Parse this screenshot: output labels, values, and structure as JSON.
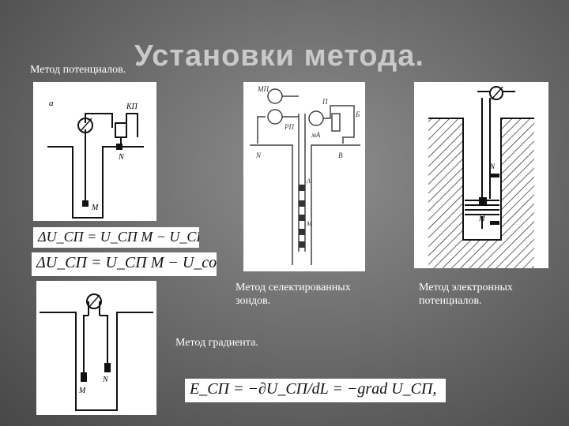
{
  "slide": {
    "title": "Установки метода.",
    "captions": {
      "potentials": "Метод потенциалов.",
      "selected_probes": "Метод селектированных зондов.",
      "gradient": "Метод градиента.",
      "electronic": "Метод электронных потенциалов."
    },
    "formulas": {
      "f1": "ΔU_СП = U_СП M − U_СП N",
      "f2": "ΔU_СП = U_СП M − U_const.",
      "f3": "E_СП = −∂U_СП/dL = −grad U_СП,"
    },
    "diagram_labels": {
      "d1": {
        "a": "а",
        "kp": "КП",
        "n": "N",
        "m": "M"
      },
      "d2": {
        "mp": "МП",
        "rp": "РП",
        "p": "П",
        "ma": "мА",
        "b": "Б",
        "n": "N",
        "b2": "B",
        "a": "A",
        "m": "M"
      },
      "d3": {
        "n": "N",
        "m": "M"
      },
      "d4": {
        "n": "N",
        "m": "M"
      }
    }
  }
}
